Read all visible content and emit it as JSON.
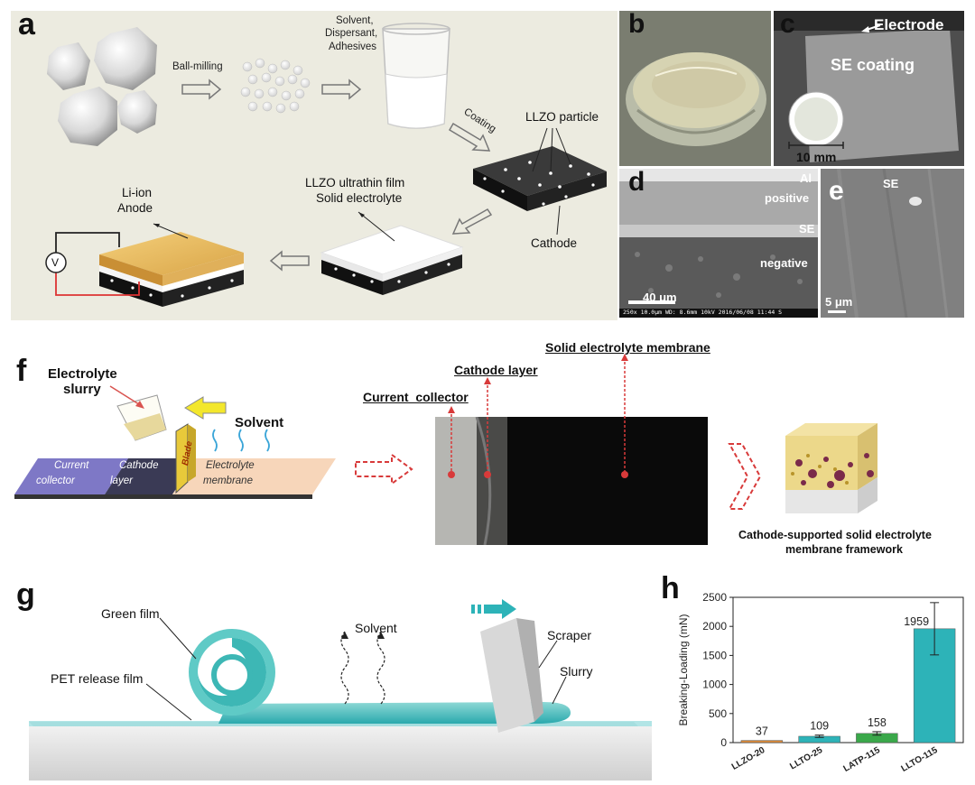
{
  "panel_a": {
    "label": "a",
    "ball_milling": "Ball-milling",
    "solvent": "Solvent,",
    "dispersant": "Dispersant,",
    "adhesives": "Adhesives",
    "coating": "Coating",
    "llzo_particle": "LLZO particle",
    "cathode": "Cathode",
    "film_line1": "LLZO ultrathin film",
    "film_line2": "Solid electrolyte",
    "anode_line1": "Li-ion",
    "anode_line2": "Anode",
    "voltmeter": "V"
  },
  "panel_b": {
    "label": "b"
  },
  "panel_c": {
    "label": "c",
    "electrode": "Electrode",
    "se_coating": "SE coating",
    "scale": "10 mm"
  },
  "panel_d": {
    "label": "d",
    "al": "Al",
    "positive": "positive",
    "se": "SE",
    "negative": "negative",
    "scale": "40 μm",
    "footer": "250x  10.0μm  WD: 8.6mm  10kV 2016/06/08 11:44   S"
  },
  "panel_e": {
    "label": "e",
    "se": "SE",
    "scale": "5 μm"
  },
  "panel_f": {
    "label": "f",
    "slurry_line1": "Electrolyte",
    "slurry_line2": "slurry",
    "solvent": "Solvent",
    "blade": "Blade",
    "current_collector_line1": "Current",
    "current_collector_line2": "collector",
    "cathode_line1": "Cathode",
    "cathode_line2": "layer",
    "electrolyte_line1": "Electrolyte",
    "electrolyte_line2": "membrane",
    "photo_current_collector": "Current  collector",
    "photo_cathode_layer": "Cathode layer",
    "photo_membrane": "Solid electrolyte membrane",
    "framework_line1": "Cathode-supported solid electrolyte",
    "framework_line2": "membrane framework"
  },
  "panel_g": {
    "label": "g",
    "green_film": "Green film",
    "pet_film": "PET release film",
    "solvent": "Solvent",
    "scraper": "Scraper",
    "slurry": "Slurry"
  },
  "panel_h": {
    "label": "h"
  },
  "colors": {
    "teal": "#2db3b8",
    "orange": "#d98a3a",
    "green": "#3aa84a",
    "red_arrow": "#d83a3a"
  },
  "chart_data": {
    "type": "bar",
    "categories": [
      "LLZO-20",
      "LLTO-25",
      "LATP-115",
      "LLTO-115"
    ],
    "values": [
      37,
      109,
      158,
      1959
    ],
    "errors": [
      0,
      20,
      30,
      450
    ],
    "colors": [
      "#d98a3a",
      "#2db3b8",
      "#3aa84a",
      "#2db3b8"
    ],
    "ylabel": "Breaking-Loading (mN)",
    "ylim": [
      0,
      2500
    ],
    "yticks": [
      0,
      500,
      1000,
      1500,
      2000,
      2500
    ],
    "data_labels": [
      "37",
      "109",
      "158",
      "1959"
    ]
  }
}
